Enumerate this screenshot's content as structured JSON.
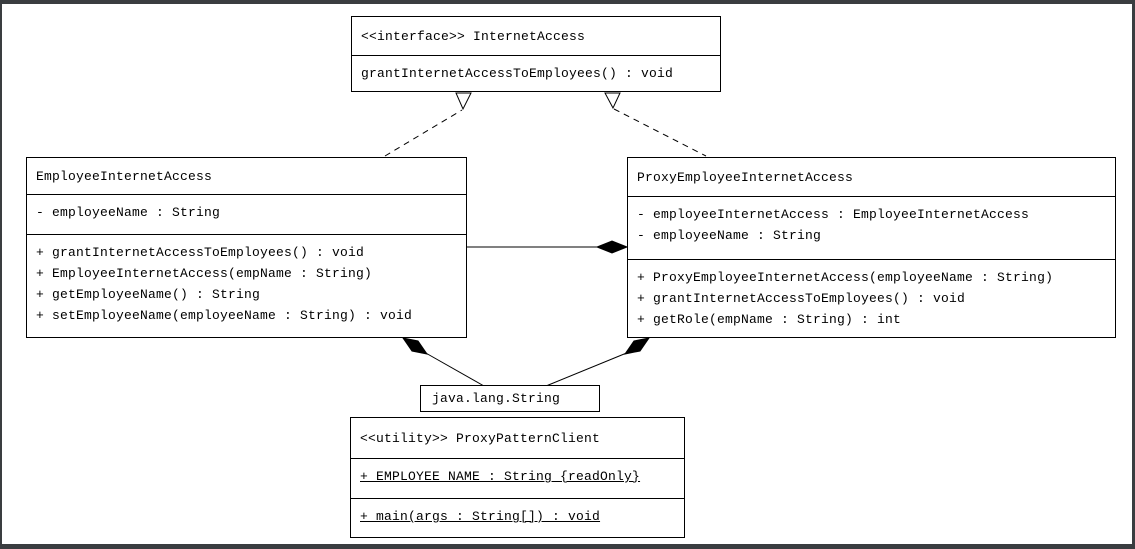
{
  "interface_class": {
    "title": "<<interface>> InternetAccess",
    "methods": [
      "grantInternetAccessToEmployees() : void"
    ]
  },
  "employee_class": {
    "title": "EmployeeInternetAccess",
    "fields": [
      "- employeeName : String"
    ],
    "methods": [
      "+ grantInternetAccessToEmployees() : void",
      "+ EmployeeInternetAccess(empName : String)",
      "+ getEmployeeName() : String",
      "+ setEmployeeName(employeeName : String) : void"
    ]
  },
  "proxy_class": {
    "title": "ProxyEmployeeInternetAccess",
    "fields": [
      "- employeeInternetAccess : EmployeeInternetAccess",
      "- employeeName : String"
    ],
    "methods": [
      "+ ProxyEmployeeInternetAccess(employeeName : String)",
      "+ grantInternetAccessToEmployees() : void",
      "+ getRole(empName : String) : int"
    ]
  },
  "string_class": {
    "title": "java.lang.String"
  },
  "client_class": {
    "title": "<<utility>> ProxyPatternClient",
    "fields": [
      "+ EMPLOYEE_NAME : String {readOnly}"
    ],
    "methods": [
      "+ main(args : String[]) : void"
    ]
  },
  "relationships": [
    {
      "type": "realization",
      "from": "EmployeeInternetAccess",
      "to": "InternetAccess",
      "style": "dashed line, hollow triangle"
    },
    {
      "type": "realization",
      "from": "ProxyEmployeeInternetAccess",
      "to": "InternetAccess",
      "style": "dashed line, hollow triangle"
    },
    {
      "type": "composition",
      "from": "ProxyEmployeeInternetAccess",
      "to": "EmployeeInternetAccess",
      "style": "solid line, filled diamond"
    },
    {
      "type": "composition",
      "from": "EmployeeInternetAccess",
      "to": "java.lang.String",
      "style": "solid line, filled diamond"
    },
    {
      "type": "composition",
      "from": "ProxyEmployeeInternetAccess",
      "to": "java.lang.String",
      "style": "solid line, filled diamond"
    }
  ],
  "colors": {
    "line": "#000000",
    "canvas": "#ffffff",
    "frame": "#3a3d40"
  }
}
